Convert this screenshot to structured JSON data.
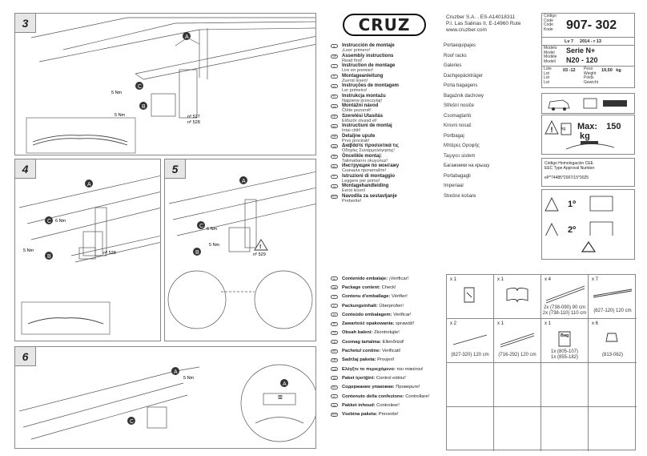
{
  "steps": {
    "s3": "3",
    "s4": "4",
    "s5": "5",
    "s6": "6"
  },
  "step3": {
    "torque_c": "5 Nm",
    "torque_b": "5 Nm",
    "ref_1": "nº 527",
    "ref_2": "nº 528",
    "label_a": "A",
    "label_b": "B",
    "label_c": "C"
  },
  "step4": {
    "torque_c": "6 Nm",
    "torque_b": "5 Nm",
    "ref_1": "nº 528",
    "label_a": "A",
    "label_b": "B",
    "label_c": "C"
  },
  "step5": {
    "torque_c": "6 Nm",
    "torque_b": "5 Nm",
    "ref_1": "nº 529",
    "label_a": "A",
    "label_b": "B",
    "label_c": "C"
  },
  "step6": {
    "torque": "5 Nm",
    "label_a": "A",
    "label_c": "C",
    "equal": "="
  },
  "brand": {
    "logo": "CRUZ"
  },
  "company": {
    "line1": "Cruzber S.A. . ES-A14018311",
    "line2": "P.I. Las Salinas II, E-14960 Rute",
    "line3": "www.cruzber.com"
  },
  "code_box": {
    "code_labels": [
      "Código",
      "Code",
      "Code",
      "Kode"
    ],
    "code_value": "907- 302",
    "lv": "Lv 7",
    "date": "2014 - r 13",
    "model_labels": [
      "Modelo",
      "Model",
      "Modèle",
      "Modell"
    ],
    "serie": "Serie N+",
    "model": "N20 - 120",
    "lote_labels": [
      "Lote",
      "Lot",
      "Lot",
      "Lot"
    ],
    "lote_value": "03 -12",
    "peso_labels": [
      "Peso",
      "Weight",
      "Poids",
      "Gewicht"
    ],
    "peso_value": "19,50",
    "peso_unit": "kg"
  },
  "load": {
    "label": "Max:",
    "value": "150",
    "unit": "kg",
    "kg_icon": "kg"
  },
  "homolog": {
    "line1": "Código Homologación CEE",
    "line2": "EEC Type Approval Number",
    "line3": "eP*74485*2007/15*3025"
  },
  "order": {
    "first": "1º",
    "second": "2º"
  },
  "languages": [
    {
      "code": "E",
      "title": "Instrucción de montaje",
      "sub": "¡Leer primero!",
      "product": "Portaequipajes"
    },
    {
      "code": "GB",
      "title": "Assembly instructions",
      "sub": "Read first!",
      "product": "Roof racks"
    },
    {
      "code": "F",
      "title": "Instruction de montage",
      "sub": "Lire en premier!",
      "product": "Galeries"
    },
    {
      "code": "D",
      "title": "Montageanleitung",
      "sub": "Zuerst lesen!",
      "product": "Dachgepäckträger"
    },
    {
      "code": "PT",
      "title": "Instruções de montagem",
      "sub": "Ler primeiro!",
      "product": "Porta bagagens"
    },
    {
      "code": "PL",
      "title": "Instrukcja montażu",
      "sub": "Najpierw przeczytaj!",
      "product": "Bagażnik dachowy"
    },
    {
      "code": "CZ",
      "title": "Montážní návod",
      "sub": "Čtěte pozorně!",
      "product": "Střešní nosiče"
    },
    {
      "code": "HU",
      "title": "Szerelési Utasítás",
      "sub": "Először olvasd el!",
      "product": "Csomagtartó"
    },
    {
      "code": "RO",
      "title": "Instructiuni de montaj",
      "sub": "Intai cititi!",
      "product": "Krovni nosač"
    },
    {
      "code": "HR",
      "title": "Detaljne upute",
      "sub": "Prvo procitati!",
      "product": "Portbagaj"
    },
    {
      "code": "GR",
      "title": "Διαβάστε προσεκτικά τις",
      "sub": "Οδηγίες Συναρμολόγησης!",
      "product": "Μπάρες Οροφής"
    },
    {
      "code": "TR",
      "title": "Öncelikle montaj:",
      "sub": "Talimatlarını okuyunuz!",
      "product": "Taşıyıcı sistem"
    },
    {
      "code": "RU",
      "title": "Инструкция по монтажу",
      "sub": "Сначала прочитайте!",
      "product": "Багажники на крышу"
    },
    {
      "code": "IT",
      "title": "Istruzioni di montaggio",
      "sub": "Leggere per primo!",
      "product": "Portabagagli"
    },
    {
      "code": "NL",
      "title": "Montagehandleiding",
      "sub": "Eerst lezen!",
      "product": "Imperiaal"
    },
    {
      "code": "SLO",
      "title": "Navodila za sestavljanje",
      "sub": "Preberite!",
      "product": "Strešne košare"
    }
  ],
  "package": [
    {
      "code": "E",
      "bold": "Contenido embalaje:",
      "rest": " ¡Verificar!"
    },
    {
      "code": "GB",
      "bold": "Package content:",
      "rest": " Check!"
    },
    {
      "code": "F",
      "bold": "Contenu d'emballage:",
      "rest": " Vérifier!"
    },
    {
      "code": "D",
      "bold": "Packungsinhalt:",
      "rest": " Überprüfen!"
    },
    {
      "code": "PT",
      "bold": "Conteúdo embalagem:",
      "rest": " Verificar!"
    },
    {
      "code": "PL",
      "bold": "Zawartość opakowania:",
      "rest": " sprawdź!"
    },
    {
      "code": "CZ",
      "bold": "Obsah balení:",
      "rest": " Zkontrolujte!"
    },
    {
      "code": "HU",
      "bold": "Csomag tartalma:",
      "rest": " Ellenőrizd!"
    },
    {
      "code": "RO",
      "bold": "Pachetul contine:",
      "rest": " Verificati!"
    },
    {
      "code": "HR",
      "bold": "Sadržaj paketa:",
      "rest": " Provjeri!"
    },
    {
      "code": "GR",
      "bold": "Ελέγξτε το περιεχόμενο:",
      "rest": " του πακέτου!"
    },
    {
      "code": "TR",
      "bold": "Paket içeriğini:",
      "rest": " Control ediniz!"
    },
    {
      "code": "RU",
      "bold": "Содержание упаковки:",
      "rest": " Проверьте!"
    },
    {
      "code": "IT",
      "bold": "Contenuto della confezione:",
      "rest": " Controllare!"
    },
    {
      "code": "NL",
      "bold": "Pakket inhoud:",
      "rest": " Controleer!"
    },
    {
      "code": "SLO",
      "bold": "Vsebina paketa:",
      "rest": " Preverite!"
    }
  ],
  "parts": [
    {
      "qty": "x 1",
      "ref": ""
    },
    {
      "qty": "x 1",
      "ref": ""
    },
    {
      "qty": "x 4",
      "ref": "2x (738-090) 90 cm",
      "ref2": "2x (738-110) 110 cm"
    },
    {
      "qty": "x 7",
      "ref": "(827-120) 120 cm"
    },
    {
      "qty": "x 2",
      "ref": "(827-320) 120 cm"
    },
    {
      "qty": "x 1",
      "ref": "(716-292) 120 cm"
    },
    {
      "qty": "x 1",
      "ref": "1x (805-107)",
      "ref2": "1x (855-182)",
      "bag": "Bag"
    },
    {
      "qty": "x 6",
      "ref": "(813-062)"
    }
  ]
}
